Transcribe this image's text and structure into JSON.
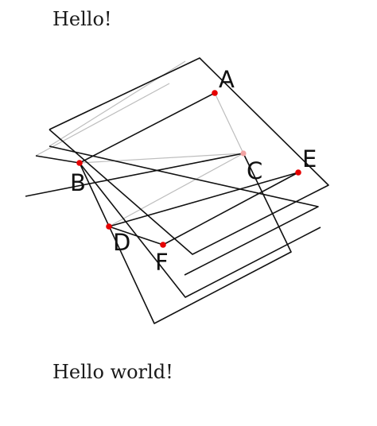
{
  "texts": {
    "top": "Hello!",
    "bottom": "Hello world!"
  },
  "diagram": {
    "labels": {
      "A": "A",
      "B": "B",
      "C": "C",
      "D": "D",
      "E": "E",
      "F": "F"
    }
  },
  "colors": {
    "point": "#e60000",
    "line": "#111111",
    "hidden_line": "#bdbdbd"
  }
}
